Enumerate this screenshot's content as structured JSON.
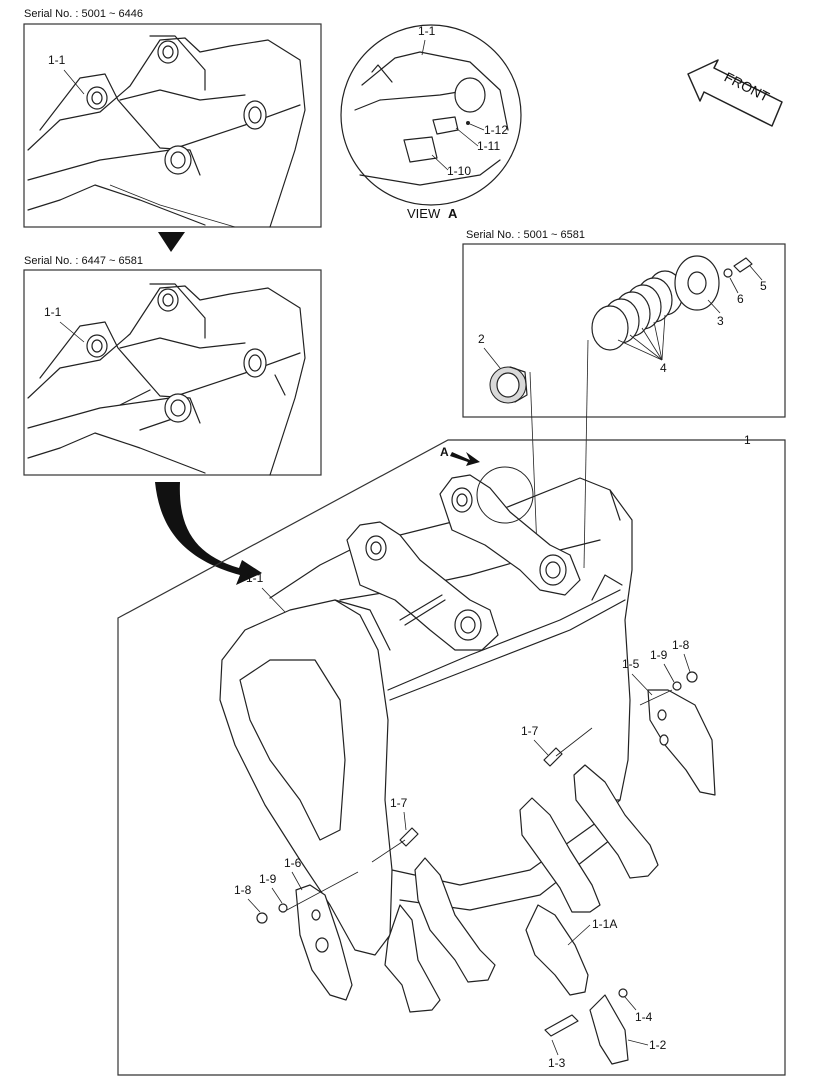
{
  "serials": {
    "top_left": "Serial No. : 5001 ~ 6446",
    "mid_left": "Serial No. : 6447 ~ 6581",
    "right_box": "Serial No. : 5001 ~ 6581"
  },
  "view": {
    "label": "VIEW",
    "letter": "A",
    "arrow_letter": "A"
  },
  "front_label": "FRONT",
  "callouts": {
    "c_1_1_top": "1-1",
    "c_1_1_mid": "1-1",
    "c_1_1_main": "1-1",
    "c_1_1_view": "1-1",
    "c_1_10": "1-10",
    "c_1_11": "1-11",
    "c_1_12": "1-12",
    "c_1": "1",
    "c_2": "2",
    "c_3": "3",
    "c_4": "4",
    "c_5": "5",
    "c_6": "6",
    "c_1_2": "1-2",
    "c_1_3": "1-3",
    "c_1_4": "1-4",
    "c_1_1A": "1-1A",
    "c_1_5": "1-5",
    "c_1_6": "1-6",
    "c_1_7_a": "1-7",
    "c_1_7_b": "1-7",
    "c_1_8_a": "1-8",
    "c_1_8_b": "1-8",
    "c_1_9_a": "1-9",
    "c_1_9_b": "1-9"
  }
}
